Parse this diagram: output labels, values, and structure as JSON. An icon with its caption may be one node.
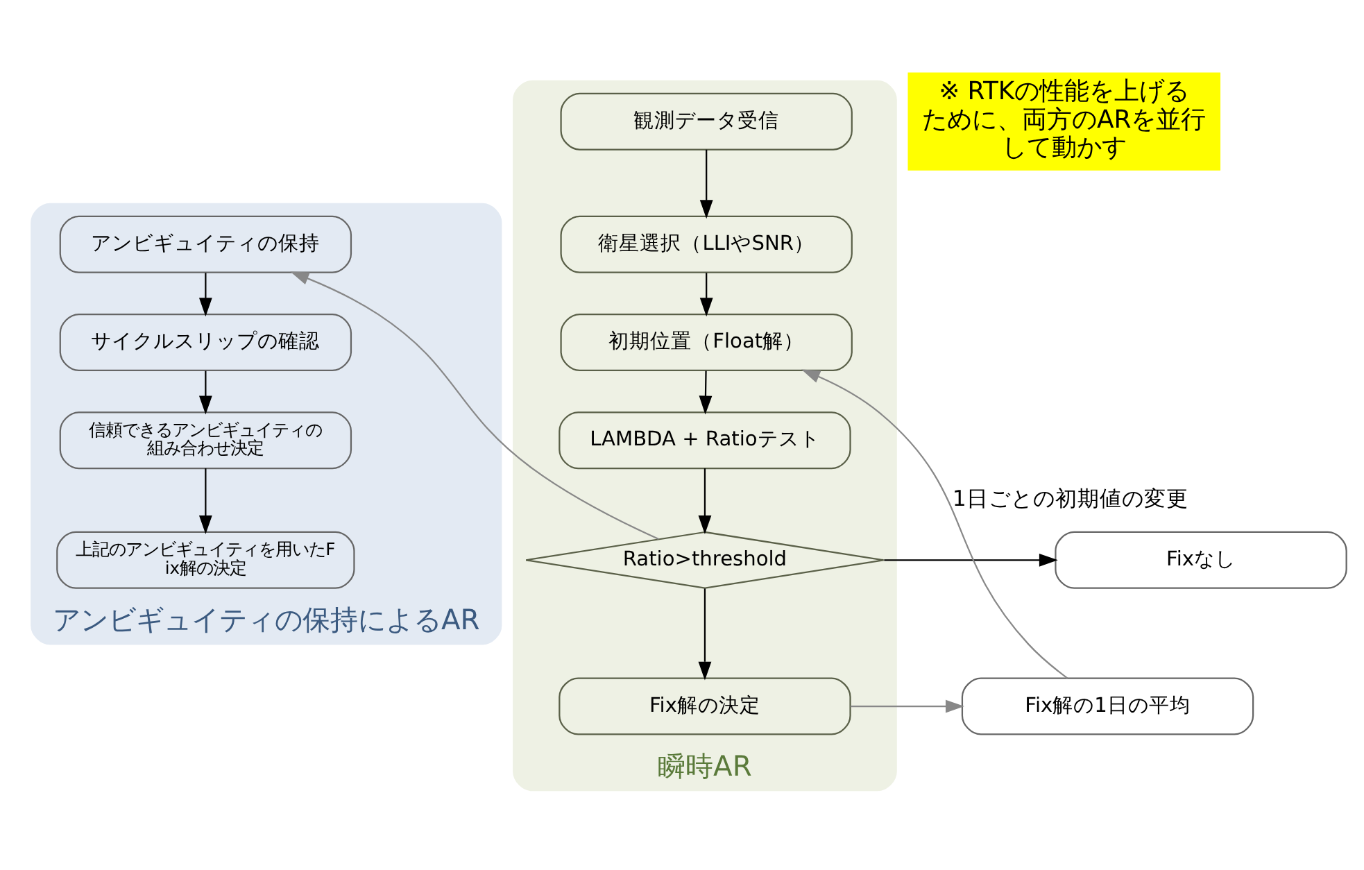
{
  "diagram": {
    "nodes": [
      {
        "text": [
          "アンビギュイティの保持によるAR"
        ]
      },
      {
        "text": [
          "瞬時AR"
        ]
      },
      {
        "text": [
          "アンビギュイティの保持"
        ],
        "in": 0
      },
      {
        "text": [
          "サイクルスリップの確認"
        ],
        "in": 0
      },
      {
        "text": [
          "信頼できるアンビギュイティの組み合わせ決定"
        ],
        "in": 0
      },
      {
        "text": [
          "上記のアンビギュイティを用いたFix解の決定"
        ],
        "in": 0
      },
      {
        "text": [
          "観測データ受信"
        ],
        "in": 1
      },
      {
        "text": [
          "衛星選択（LLIやSNR）"
        ],
        "in": 1
      },
      {
        "text": [
          "初期位置（Float解）"
        ],
        "in": 1
      },
      {
        "text": [
          "LAMBDA + Ratioテスト"
        ],
        "in": 1
      },
      {
        "text": [
          "Ratio>threshold"
        ],
        "in": 1
      },
      {
        "text": [
          "Fix解の決定"
        ],
        "in": 1
      },
      {
        "text": [
          "Fixなし"
        ]
      },
      {
        "text": [
          "Fix解の1日の平均"
        ]
      },
      {
        "text": [
          "※ RTKの性能を上げるために、両方のARを並行して動かす"
        ]
      }
    ],
    "edges": [
      {
        "from": 2,
        "to": 3,
        "arrow": "to"
      },
      {
        "from": 3,
        "to": 4,
        "arrow": "to"
      },
      {
        "from": 4,
        "to": 5,
        "arrow": "to"
      },
      {
        "from": 6,
        "to": 7,
        "arrow": "to"
      },
      {
        "from": 7,
        "to": 8,
        "arrow": "to"
      },
      {
        "from": 8,
        "to": 9,
        "arrow": "to"
      },
      {
        "from": 9,
        "to": 10,
        "arrow": "to"
      },
      {
        "from": 10,
        "to": 12,
        "arrow": "to"
      },
      {
        "from": 10,
        "to": 11,
        "arrow": "to"
      },
      {
        "from": 10,
        "to": 2,
        "arrow": "to",
        "color": "#888888"
      },
      {
        "from": 11,
        "to": 13,
        "arrow": "to",
        "color": "#888888"
      },
      {
        "from": 13,
        "to": 8,
        "arrow": "to",
        "label": "1日ごとの初期値の変更",
        "color": "#888888"
      }
    ]
  }
}
